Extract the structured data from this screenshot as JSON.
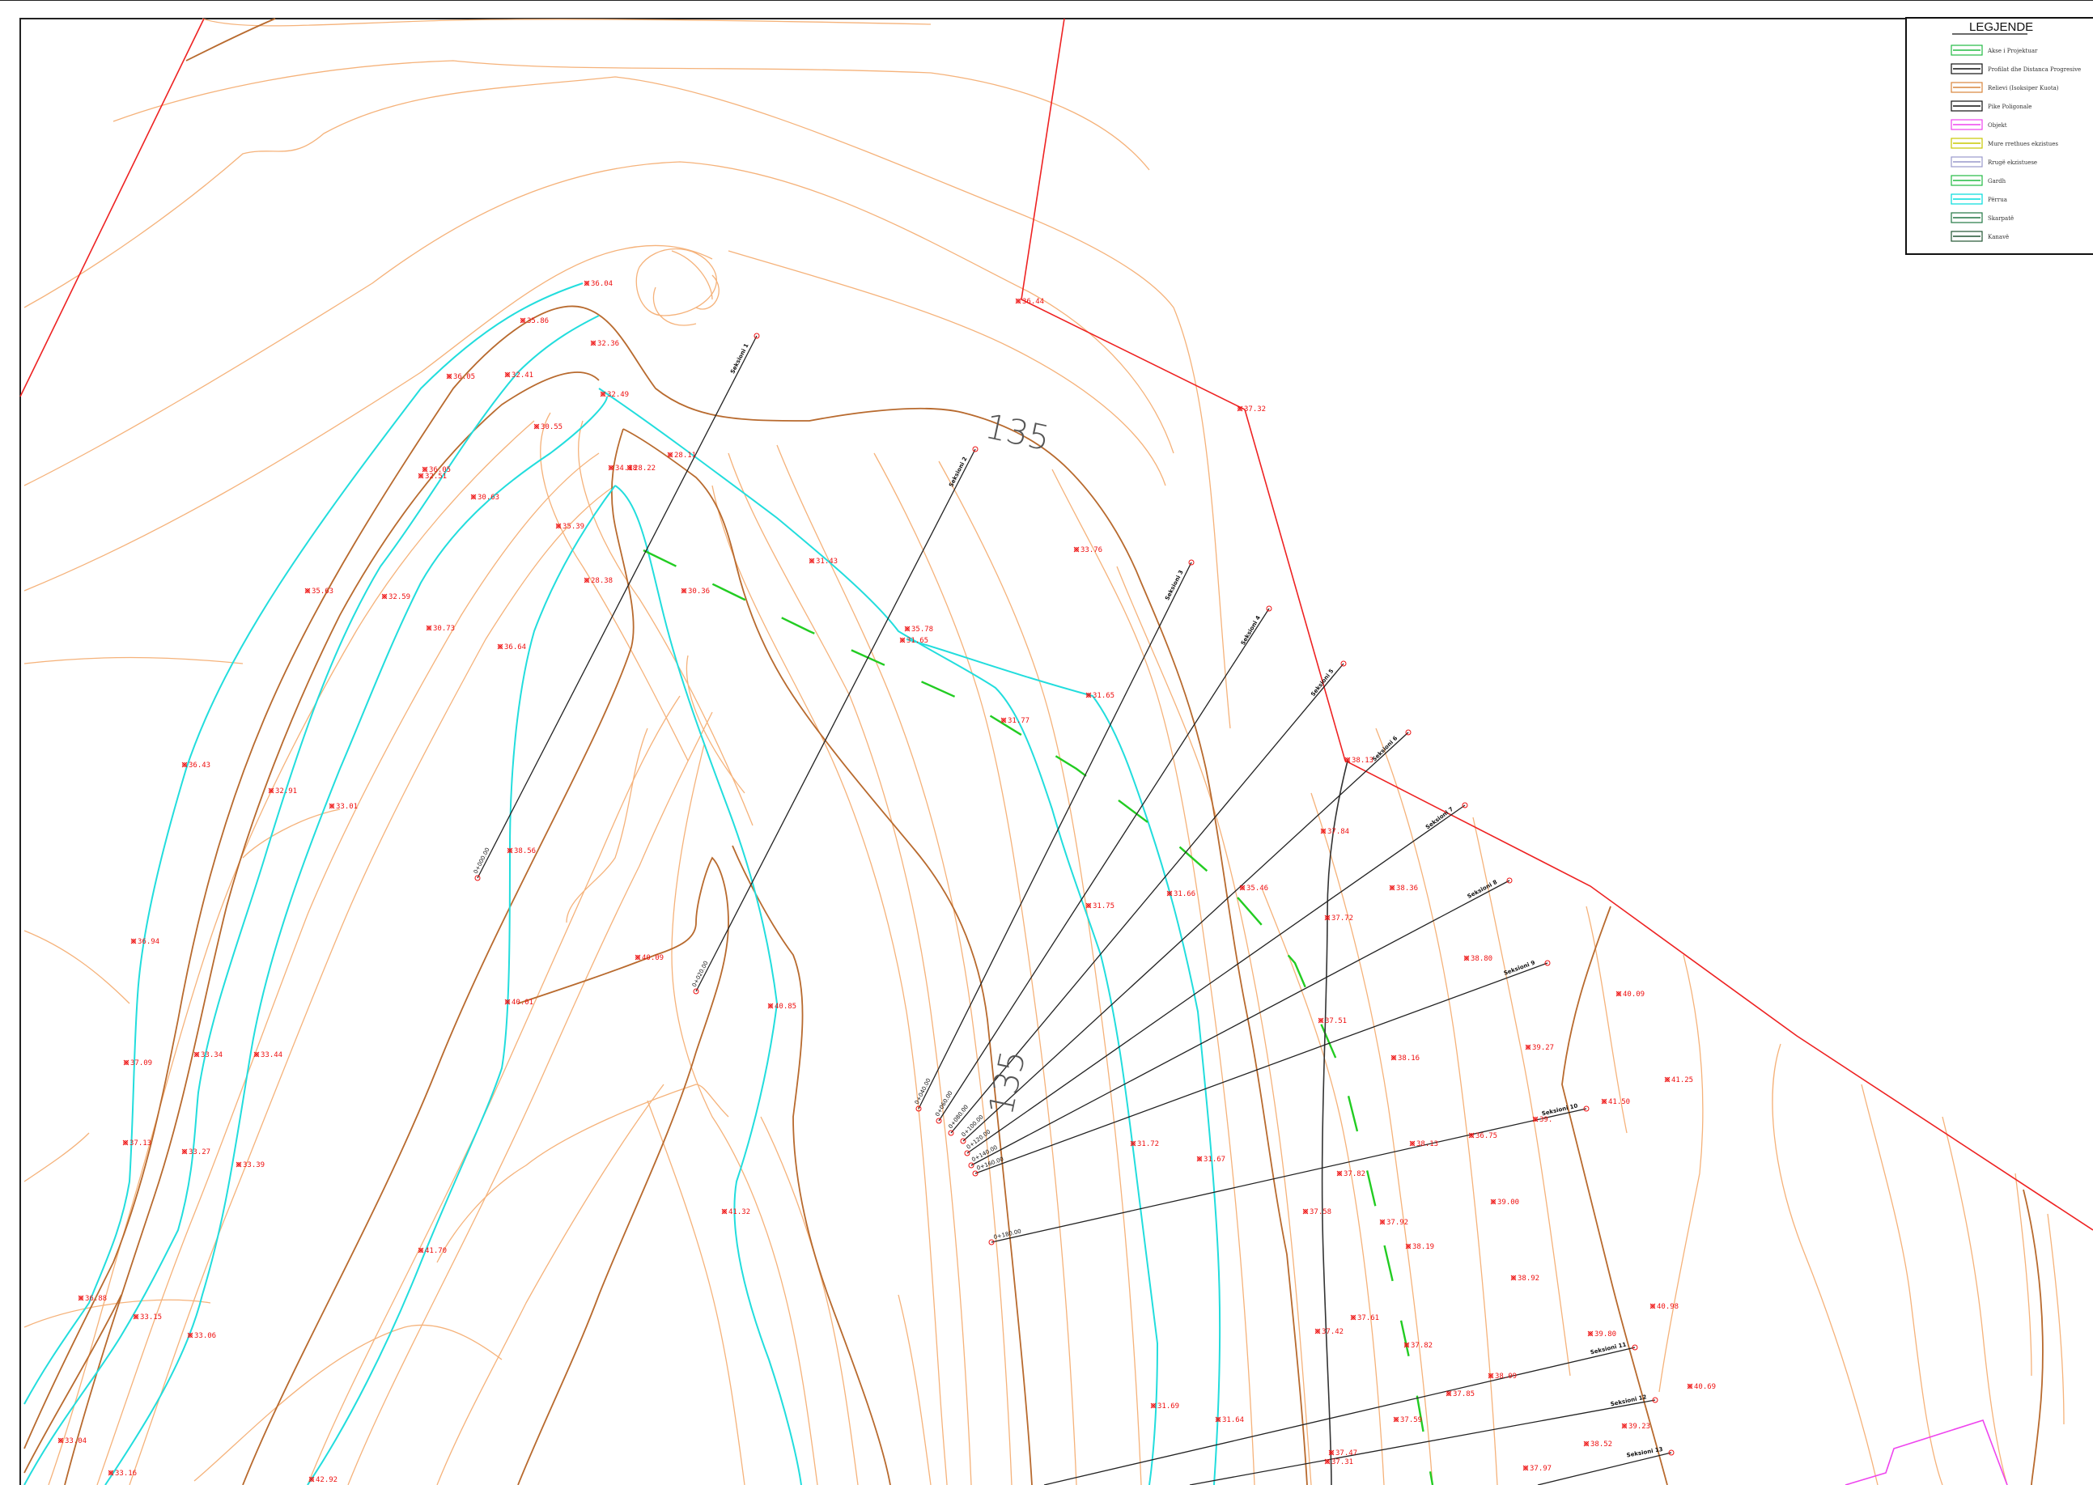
{
  "legend": {
    "title": "LEGJENDE",
    "items": [
      {
        "label": "Akse i Projektuar",
        "color": "#22bb44",
        "icon": "dashed-axis-icon"
      },
      {
        "label": "Profilat dhe Distanca Progresive",
        "color": "#111111",
        "icon": "profile-line-icon"
      },
      {
        "label": "Relievi (Isoksiper Kuota)",
        "color": "#d9863d",
        "icon": "contour-icon"
      },
      {
        "label": "Pike Poligonale",
        "color": "#111111",
        "icon": "triangle-point-icon"
      },
      {
        "label": "Objekt",
        "color": "#ee44ee",
        "icon": "building-icon"
      },
      {
        "label": "Mure rrethues ekzistues",
        "color": "#c8c800",
        "icon": "wall-line-icon"
      },
      {
        "label": "Rrugë ekzistuese",
        "color": "#9999cc",
        "icon": "road-line-icon"
      },
      {
        "label": "Gardh",
        "color": "#22bb44",
        "icon": "fence-line-icon"
      },
      {
        "label": "Përrua",
        "color": "#00dddd",
        "icon": "stream-line-icon"
      },
      {
        "label": "Skarpatë",
        "color": "#227744",
        "icon": "slope-line-icon"
      },
      {
        "label": "Kanavë",
        "color": "#225533",
        "icon": "ditch-line-icon"
      }
    ]
  },
  "contour_labels": [
    "135",
    "135"
  ],
  "sections": [
    "Seksioni 1",
    "Seksioni 2",
    "Seksioni 3",
    "Seksioni 4",
    "Seksioni 5",
    "Seksioni 6",
    "Seksioni 7",
    "Seksioni 8",
    "Seksioni 9",
    "Seksioni 10",
    "Seksioni 11",
    "Seksioni 12",
    "Seksioni 13"
  ],
  "chainages": [
    "0+000.00",
    "0+020.00",
    "0+040.00",
    "0+060.00",
    "0+080.00",
    "0+100.00",
    "0+120.00",
    "0+140.00",
    "0+160.00",
    "0+180.00"
  ],
  "points": [
    "36.04",
    "35.86",
    "36.05",
    "32.36",
    "32.41",
    "36.05",
    "32.49",
    "30.55",
    "32.51",
    "30.63",
    "34.18",
    "28.22",
    "28.11",
    "35.39",
    "28.38",
    "30.36",
    "35.63",
    "32.59",
    "30.73",
    "31.43",
    "35.78",
    "31.65",
    "36.64",
    "31.65",
    "31.77",
    "36.43",
    "32.91",
    "33.01",
    "38.56",
    "31.66",
    "35.46",
    "36.94",
    "31.75",
    "40.09",
    "40.01",
    "40.85",
    "37.09",
    "33.34",
    "33.44",
    "37.13",
    "33.27",
    "33.39",
    "41.32",
    "31.72",
    "31.67",
    "41.70",
    "36.88",
    "33.15",
    "33.06",
    "33.04",
    "33.16",
    "42.92",
    "31.69",
    "31.64",
    "36.44",
    "37.32",
    "33.76",
    "38.13",
    "37.84",
    "38.36",
    "37.72",
    "38.80",
    "40.09",
    "37.51",
    "38.16",
    "39.27",
    "41.25",
    "36.75",
    "39.",
    "41.50",
    "38.13",
    "37.82",
    "37.58",
    "37.92",
    "39.00",
    "38.19",
    "38.92",
    "37.42",
    "37.61",
    "37.82",
    "40.98",
    "39.80",
    "38.09",
    "37.85",
    "40.69",
    "37.59",
    "37.47",
    "37.31",
    "38.52",
    "39.23",
    "37.97"
  ]
}
